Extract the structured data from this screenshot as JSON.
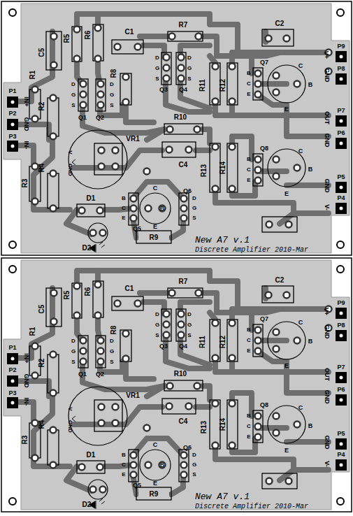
{
  "diagram": {
    "labels": [
      "P1",
      "P2",
      "P3",
      "IN+",
      "GND",
      "IN-",
      "P9",
      "P8",
      "P7",
      "P6",
      "P5",
      "P4",
      "V+",
      "GND",
      "OUT",
      "GND",
      "GND",
      "V-",
      "R1",
      "R2",
      "R3",
      "R4",
      "C5",
      "R5",
      "R6",
      "C1",
      "R7",
      "C2",
      "Q1",
      "D",
      "G",
      "S",
      "Q2",
      "D",
      "G",
      "S",
      "R8",
      "Q3",
      "D",
      "G",
      "S",
      "Q4",
      "D",
      "G",
      "S",
      "R11",
      "R12",
      "Q7",
      "B",
      "C",
      "E",
      "C",
      "B",
      "E",
      "R10",
      "C4",
      "VR1",
      "V",
      "GND",
      "R13",
      "R14",
      "Q8",
      "B",
      "C",
      "E",
      "C",
      "B",
      "E",
      "Q5",
      "B",
      "C",
      "E",
      "C",
      "B",
      "E",
      "Q6",
      "D",
      "G",
      "S",
      "D1",
      "D2",
      "R9",
      "New A7 v.1",
      "Discrete Amplifier 2010-Mar",
      "P1",
      "P2",
      "P3",
      "IN+",
      "GND",
      "IN-",
      "P9",
      "P8",
      "P7",
      "P6",
      "P5",
      "P4",
      "V+",
      "GND",
      "OUT",
      "GND",
      "GND",
      "V-",
      "R1",
      "R2",
      "R3",
      "R4",
      "C5",
      "R5",
      "R6",
      "C1",
      "R7",
      "C2",
      "Q1",
      "D",
      "G",
      "S",
      "Q2",
      "D",
      "G",
      "S",
      "R8",
      "Q3",
      "D",
      "G",
      "S",
      "Q4",
      "D",
      "G",
      "S",
      "R11",
      "R12",
      "Q7",
      "B",
      "C",
      "E",
      "C",
      "B",
      "E",
      "R10",
      "C4",
      "VR1",
      "V",
      "GND",
      "R13",
      "R14",
      "Q8",
      "B",
      "C",
      "E",
      "C",
      "B",
      "E",
      "Q5",
      "B",
      "C",
      "E",
      "C",
      "B",
      "E",
      "Q6",
      "D",
      "G",
      "S",
      "D1",
      "D2",
      "R9",
      "New A7 v.1",
      "Discrete Amplifier 2010-Mar"
    ]
  }
}
